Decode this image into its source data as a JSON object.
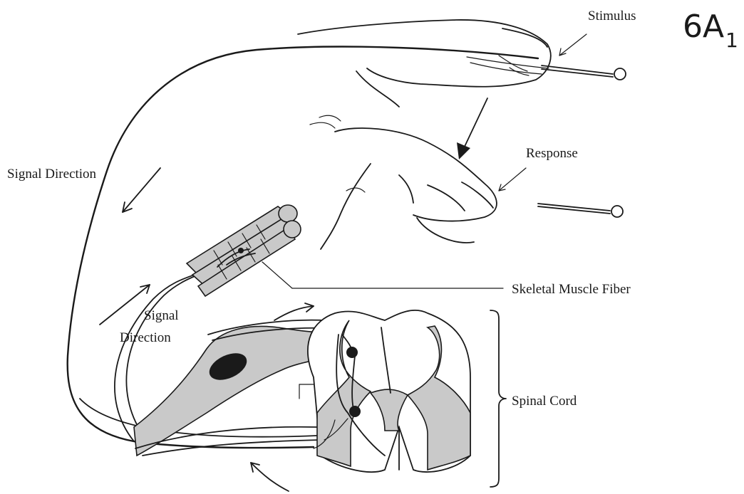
{
  "labels": {
    "stimulus": "Stimulus",
    "response": "Response",
    "signal_direction_top": "Signal Direction",
    "signal_direction_mid_line1": "Signal",
    "signal_direction_mid_line2": "Direction",
    "skeletal_muscle_fiber": "Skeletal Muscle Fiber",
    "spinal_cord": "Spinal Cord"
  },
  "handwritten_tag": "6A",
  "handwritten_subscript": "1"
}
